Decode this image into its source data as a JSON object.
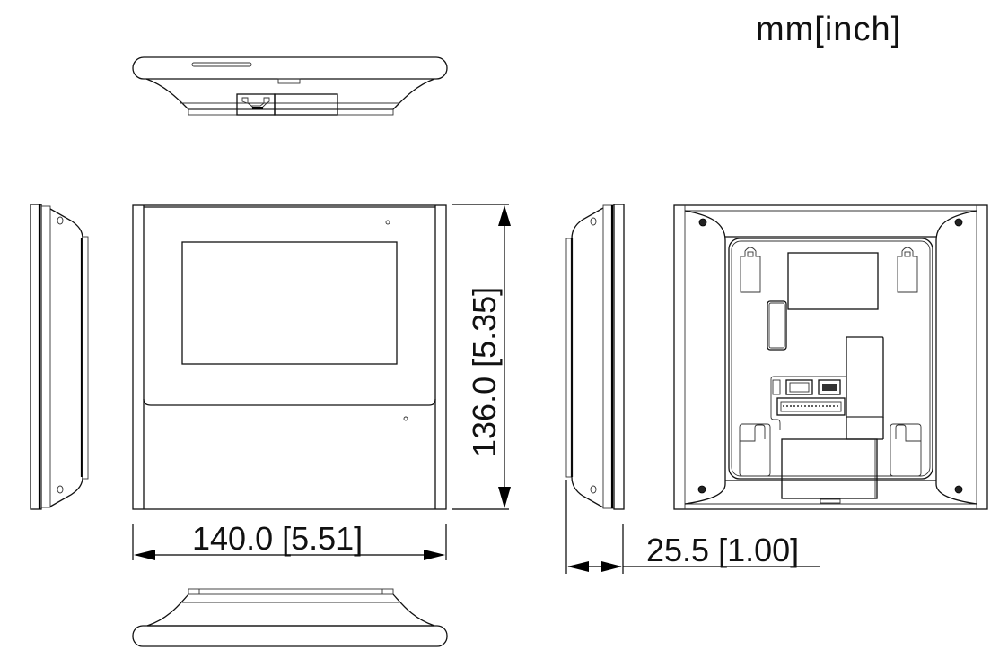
{
  "drawing": {
    "units_label": "mm[inch]",
    "views": [
      {
        "name": "top-view",
        "description": "Top edge view with RJ45 port"
      },
      {
        "name": "left-side-view",
        "description": "Left side profile"
      },
      {
        "name": "front-view",
        "description": "Front with display screen"
      },
      {
        "name": "right-side-view",
        "description": "Right side profile"
      },
      {
        "name": "rear-view",
        "description": "Back with mounting holes and connectors"
      },
      {
        "name": "bottom-view",
        "description": "Bottom edge view"
      }
    ],
    "dimensions": {
      "width": {
        "mm": "140.0",
        "inch": "5.51",
        "label": "140.0 [5.51]"
      },
      "height": {
        "mm": "136.0",
        "inch": "5.35",
        "label": "136.0 [5.35]"
      },
      "depth": {
        "mm": "25.5",
        "inch": "1.00",
        "label": "25.5 [1.00]"
      }
    },
    "colors": {
      "line": "#111111",
      "background": "#ffffff"
    }
  }
}
